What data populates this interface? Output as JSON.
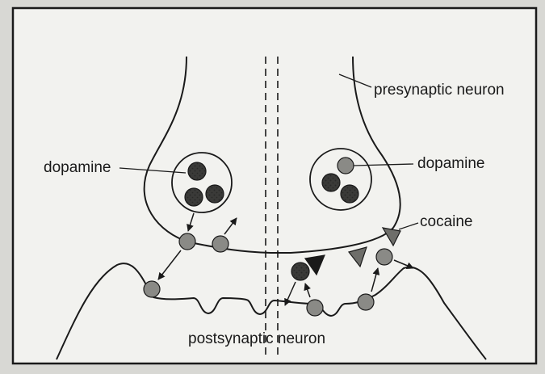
{
  "labels": {
    "presynaptic": "presynaptic neuron",
    "dopamine_left": "dopamine",
    "dopamine_right": "dopamine",
    "cocaine": "cocaine",
    "postsynaptic": "postsynaptic neuron"
  },
  "colors": {
    "page": "#d8d8d4",
    "panel": "#f2f2ef",
    "ink": "#1a1a1a",
    "dopamine_fill": "#8a8a86",
    "dopamine_dark": "#3a3a38",
    "cocaine_fill": "#6e6e6a"
  }
}
